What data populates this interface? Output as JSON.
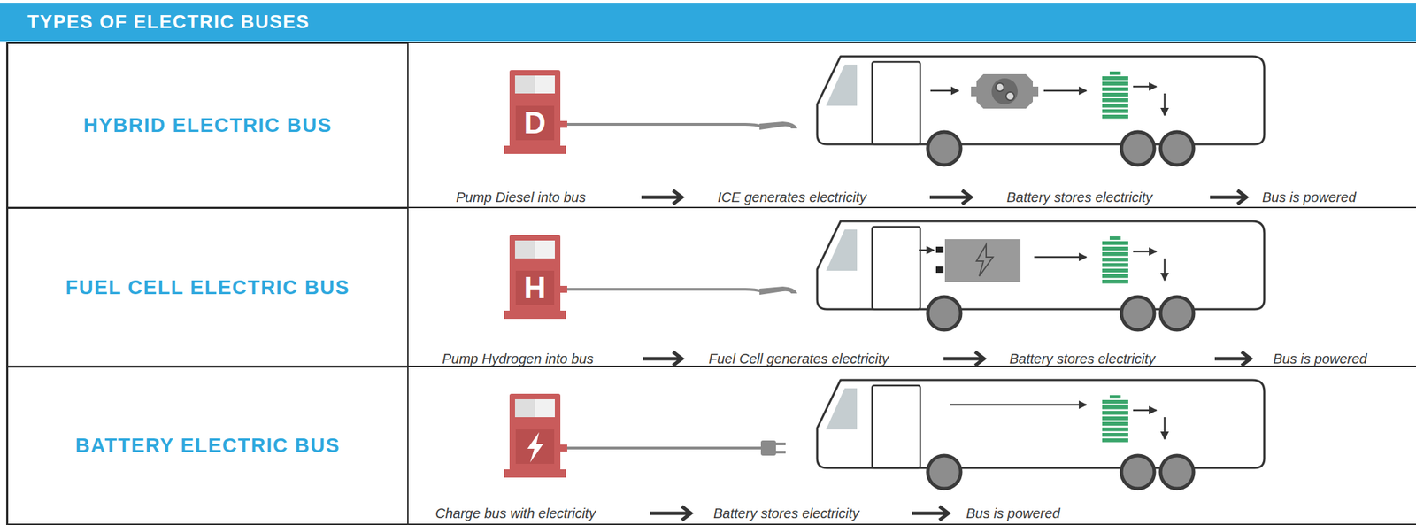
{
  "diagram": {
    "title": "TYPES OF ELECTRIC BUSES",
    "nodes": [
      {
        "text": [
          "HYBRID ELECTRIC BUS"
        ]
      },
      {
        "text": [
          "FUEL CELL ELECTRIC BUS"
        ]
      },
      {
        "text": [
          "BATTERY ELECTRIC BUS"
        ]
      }
    ],
    "labels": [
      "D",
      "Pump Diesel into bus",
      "ICE generates electricity",
      "Battery stores electricity",
      "Bus is powered",
      "H",
      "Pump Hydrogen into bus",
      "Fuel Cell generates electricity",
      "Battery stores electricity",
      "Bus is powered",
      "Charge bus with electricity",
      "Battery stores electricity",
      "Bus is powered"
    ]
  }
}
